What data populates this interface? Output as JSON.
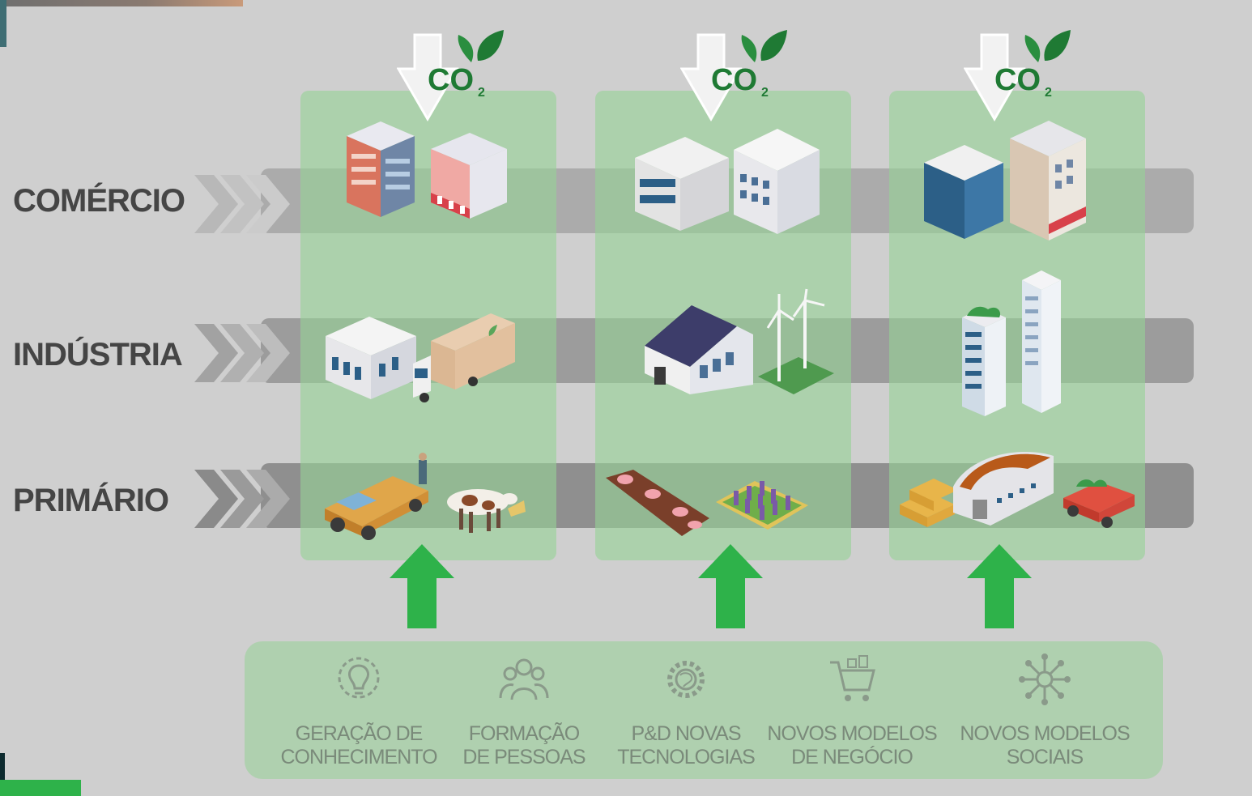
{
  "rows": [
    {
      "id": "comercio",
      "label": "COMÉRCIO"
    },
    {
      "id": "industria",
      "label": "INDÚSTRIA"
    },
    {
      "id": "primario",
      "label": "PRIMÁRIO"
    }
  ],
  "co2_label": "CO",
  "co2_subscript": "2",
  "pillars": [
    {
      "line1": "GERAÇÃO DE",
      "line2": "CONHECIMENTO",
      "icon": "lightbulb-gear-icon"
    },
    {
      "line1": "FORMAÇÃO",
      "line2": "DE PESSOAS",
      "icon": "people-group-icon"
    },
    {
      "line1": "P&D NOVAS",
      "line2": "TECNOLOGIAS",
      "icon": "gear-brain-icon"
    },
    {
      "line1": "NOVOS MODELOS",
      "line2": "DE NEGÓCIO",
      "icon": "shopping-cart-icon"
    },
    {
      "line1": "NOVOS MODELOS",
      "line2": "SOCIAIS",
      "icon": "network-hub-icon"
    }
  ],
  "colors": {
    "background": "#cfcfcf",
    "column_green": "#96d296",
    "arrow_green": "#2eb24a",
    "leaf_green": "#1f7a34",
    "band_light": "#a9a9a9",
    "band_mid": "#9a9a9a",
    "band_dark": "#8f8f8f",
    "label_gray": "#454545"
  }
}
